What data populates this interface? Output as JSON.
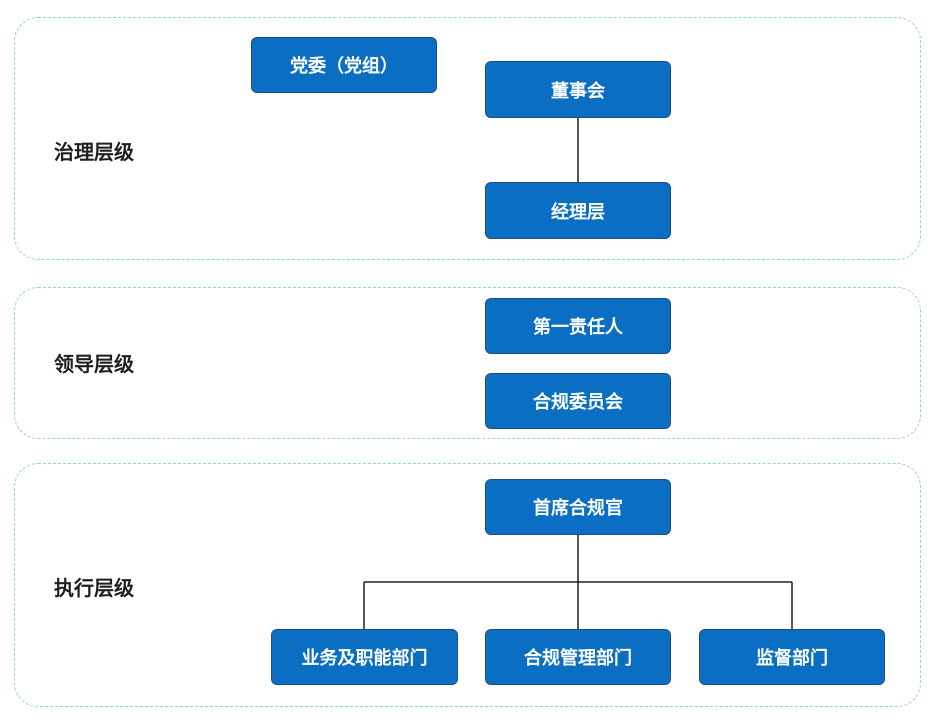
{
  "tiers": {
    "governance": {
      "label": "治理层级",
      "nodes": {
        "party_committee": "党委（党组）",
        "board": "董事会",
        "management": "经理层"
      }
    },
    "leadership": {
      "label": "领导层级",
      "nodes": {
        "first_responsible": "第一责任人",
        "compliance_committee": "合规委员会"
      }
    },
    "execution": {
      "label": "执行层级",
      "nodes": {
        "cco": "首席合规官",
        "business_functional": "业务及职能部门",
        "compliance_management": "合规管理部门",
        "supervision": "监督部门"
      }
    }
  },
  "colors": {
    "node_fill": "#0a6fc2",
    "node_border": "#1d4f86",
    "tier_border": "#8fd0ea",
    "connector": "#222222"
  }
}
